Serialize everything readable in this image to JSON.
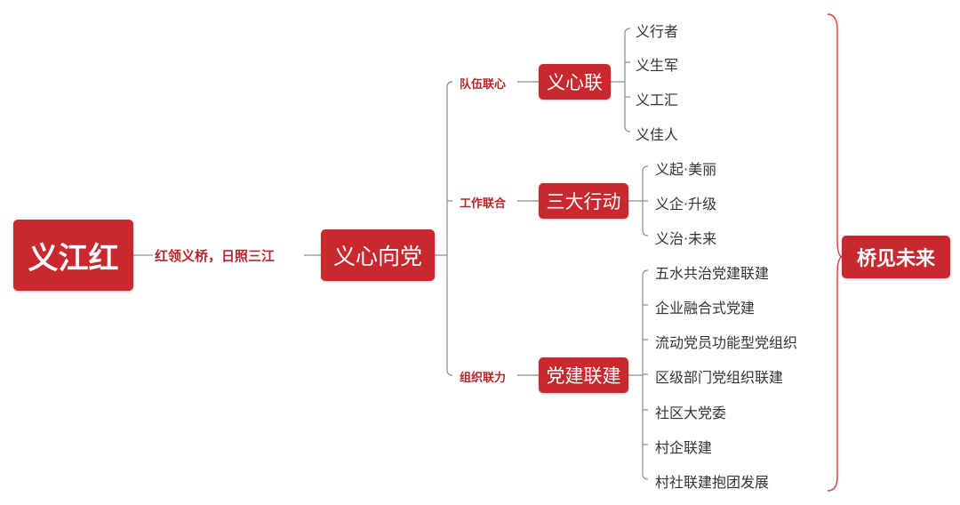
{
  "root": "义江红",
  "root_link_label": "红领义桥，日照三江",
  "center": "义心向党",
  "branches": [
    {
      "connector": "队伍联心",
      "node": "义心联",
      "items": [
        "义行者",
        "义生军",
        "义工汇",
        "义佳人"
      ]
    },
    {
      "connector": "工作联合",
      "node": "三大行动",
      "items": [
        "义起·美丽",
        "义企·升级",
        "义治·未来"
      ]
    },
    {
      "connector": "组织联力",
      "node": "党建联建",
      "items": [
        "五水共治党建联建",
        "企业融合式党建",
        "流动党员功能型党组织",
        "区级部门党组织联建",
        "社区大党委",
        "村企联建",
        "村社联建抱团发展"
      ]
    }
  ],
  "summary": "桥见未来",
  "colors": {
    "accent": "#c9282e",
    "line": "#8c8c8c",
    "leaf_text": "#333333",
    "bracket": "#d64545"
  }
}
